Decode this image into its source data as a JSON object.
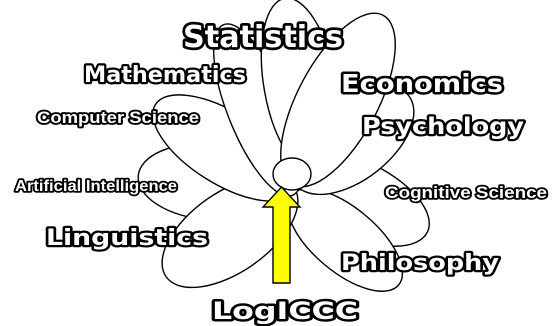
{
  "diagram": {
    "petals": [
      {
        "label": "Statistics"
      },
      {
        "label": "Mathematics"
      },
      {
        "label": "Economics"
      },
      {
        "label": "Computer Science"
      },
      {
        "label": "Psychology"
      },
      {
        "label": "Artificial Intelligence"
      },
      {
        "label": "Cognitive Science"
      },
      {
        "label": "Linguistics"
      },
      {
        "label": "Philosophy"
      }
    ],
    "stem_label": "LogICCC",
    "colors": {
      "petal_fill": "#ffffff",
      "outline": "#000000",
      "arrow_fill": "#ffff00"
    },
    "icons": {
      "center": "flower-center-circle",
      "stem": "arrow-up-icon"
    }
  }
}
